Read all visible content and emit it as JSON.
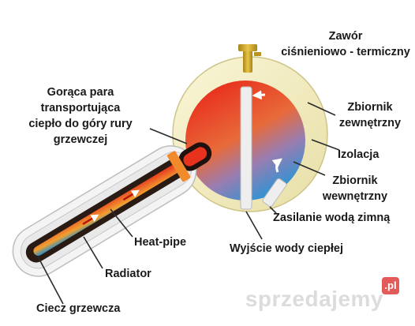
{
  "labels": {
    "valve": [
      "Zawór",
      "ciśnieniowo - termiczny"
    ],
    "hot_vapor": [
      "Gorąca para",
      "transportująca",
      "ciepło do góry rury",
      "grzewczej"
    ],
    "outer_tank": [
      "Zbiornik",
      "zewnętrzny"
    ],
    "insulation": "Izolacja",
    "inner_tank": [
      "Zbiornik",
      "wewnętrzny"
    ],
    "cold_feed": "Zasilanie wodą zimną",
    "heat_pipe": "Heat-pipe",
    "hot_outlet": "Wyjście wody ciepłej",
    "radiator": "Radiator",
    "fluid": "Ciecz grzewcza"
  },
  "watermark": {
    "text": "sprzedajemy",
    "badge": ".pl"
  },
  "colors": {
    "hot": "#e8321e",
    "warm": "#f0a030",
    "cold": "#1f8fd0",
    "insulation": "#f6f1c8",
    "outer_shell": "#e9e3b0",
    "tube_glass": "#f2f2f2",
    "pipe_dark": "#2a1a14",
    "valve_gold": "#c9a227",
    "pointer": "#2b2b2b"
  }
}
